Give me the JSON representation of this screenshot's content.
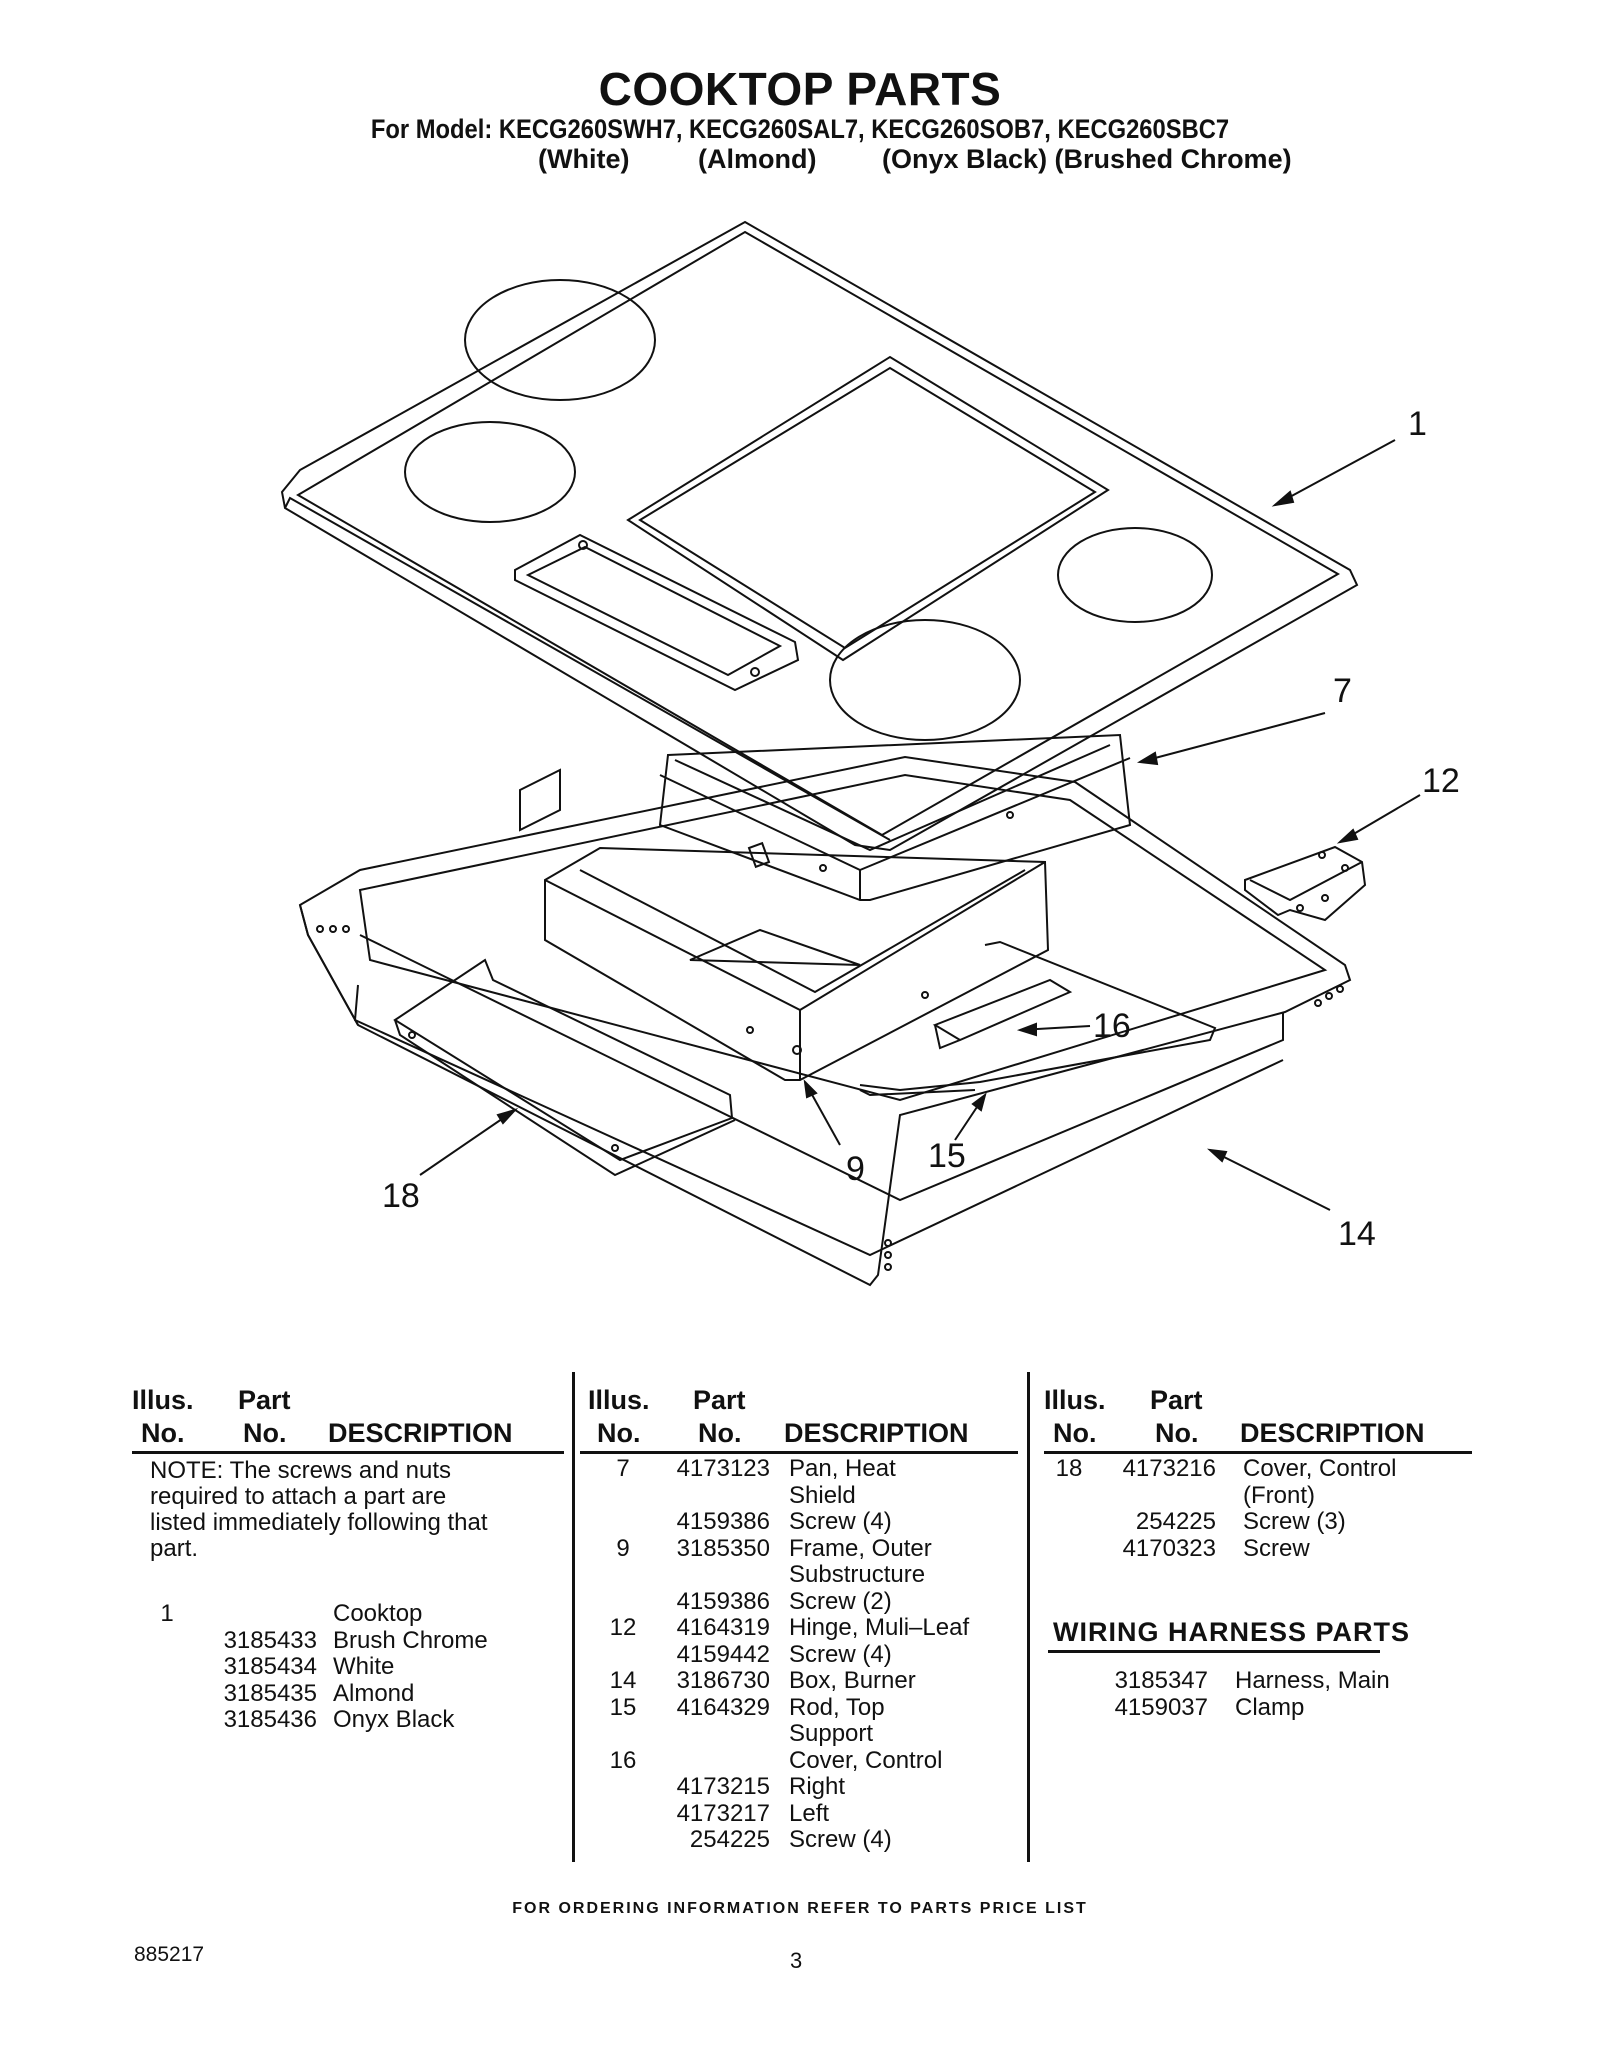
{
  "header": {
    "title": "COOKTOP PARTS",
    "model_line": "For Model: KECG260SWH7, KECG260SAL7, KECG260SOB7, KECG260SBC7",
    "colors": [
      "(White)",
      "(Almond)",
      "(Onyx Black) (Brushed Chrome)"
    ]
  },
  "diagram": {
    "callouts": [
      "1",
      "7",
      "12",
      "16",
      "9",
      "15",
      "18",
      "14"
    ]
  },
  "table": {
    "headers": {
      "illus_top": "Illus.",
      "illus_bot": "No.",
      "part_top": "Part",
      "part_bot": "No.",
      "desc": "DESCRIPTION"
    },
    "note": "NOTE: The screws and nuts required to attach a part are listed immediately following that part.",
    "col1": [
      {
        "ill": "1",
        "part": "",
        "desc": "Cooktop"
      },
      {
        "ill": "",
        "part": "3185433",
        "desc": "Brush Chrome"
      },
      {
        "ill": "",
        "part": "3185434",
        "desc": "White"
      },
      {
        "ill": "",
        "part": "3185435",
        "desc": "Almond"
      },
      {
        "ill": "",
        "part": "3185436",
        "desc": "Onyx Black"
      }
    ],
    "col2": [
      {
        "ill": "7",
        "part": "4173123",
        "desc": "Pan, Heat"
      },
      {
        "ill": "",
        "part": "",
        "desc": "Shield"
      },
      {
        "ill": "",
        "part": "4159386",
        "desc": "Screw (4)"
      },
      {
        "ill": "9",
        "part": "3185350",
        "desc": "Frame, Outer"
      },
      {
        "ill": "",
        "part": "",
        "desc": "Substructure"
      },
      {
        "ill": "",
        "part": "4159386",
        "desc": "Screw (2)"
      },
      {
        "ill": "12",
        "part": "4164319",
        "desc": "Hinge, Muli–Leaf"
      },
      {
        "ill": "",
        "part": "4159442",
        "desc": "Screw (4)"
      },
      {
        "ill": "14",
        "part": "3186730",
        "desc": "Box, Burner"
      },
      {
        "ill": "15",
        "part": "4164329",
        "desc": "Rod, Top"
      },
      {
        "ill": "",
        "part": "",
        "desc": "Support"
      },
      {
        "ill": "16",
        "part": "",
        "desc": "Cover, Control"
      },
      {
        "ill": "",
        "part": "4173215",
        "desc": "Right"
      },
      {
        "ill": "",
        "part": "4173217",
        "desc": "Left"
      },
      {
        "ill": "",
        "part": "254225",
        "desc": "Screw (4)"
      }
    ],
    "col3": [
      {
        "ill": "18",
        "part": "4173216",
        "desc": "Cover, Control"
      },
      {
        "ill": "",
        "part": "",
        "desc": "(Front)"
      },
      {
        "ill": "",
        "part": "254225",
        "desc": "Screw (3)"
      },
      {
        "ill": "",
        "part": "4170323",
        "desc": "Screw"
      }
    ],
    "wiring_title": "WIRING HARNESS PARTS",
    "wiring": [
      {
        "part": "3185347",
        "desc": "Harness, Main"
      },
      {
        "part": "4159037",
        "desc": "Clamp"
      }
    ]
  },
  "footer": {
    "ordering": "FOR ORDERING INFORMATION REFER TO PARTS PRICE LIST",
    "doc_number": "885217",
    "page_number": "3"
  }
}
